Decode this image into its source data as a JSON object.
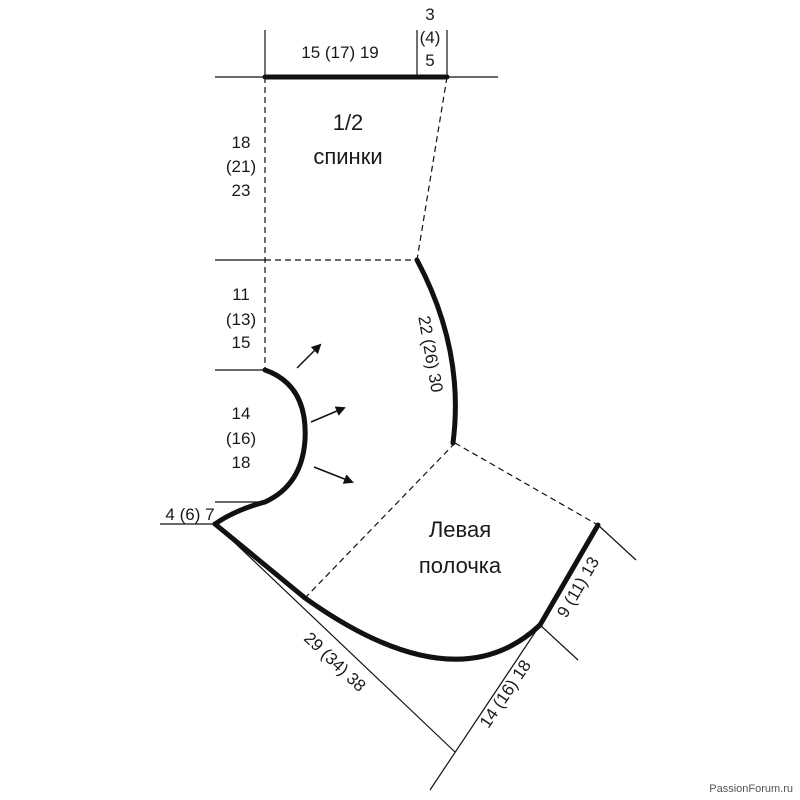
{
  "pieces": {
    "back_line1": "1/2",
    "back_line2": "спинки",
    "front_line1": "Левая",
    "front_line2": "полочка"
  },
  "dimensions": {
    "shoulder_width": "15  (17)  19",
    "neck_depth": [
      "3",
      "(4)",
      "5"
    ],
    "back_armhole": [
      "18",
      "(21)",
      "23"
    ],
    "side_upper": [
      "11",
      "(13)",
      "15"
    ],
    "armhole_curve": [
      "14",
      "(16)",
      "18"
    ],
    "neck_offset": "4  (6)  7",
    "front_edge_curve": "22  (26)  30",
    "lower_edge": "29  (34)  38",
    "front_lower": "14  (16)  18",
    "front_side": "9  (11)  13"
  },
  "watermark": "PassionForum.ru"
}
